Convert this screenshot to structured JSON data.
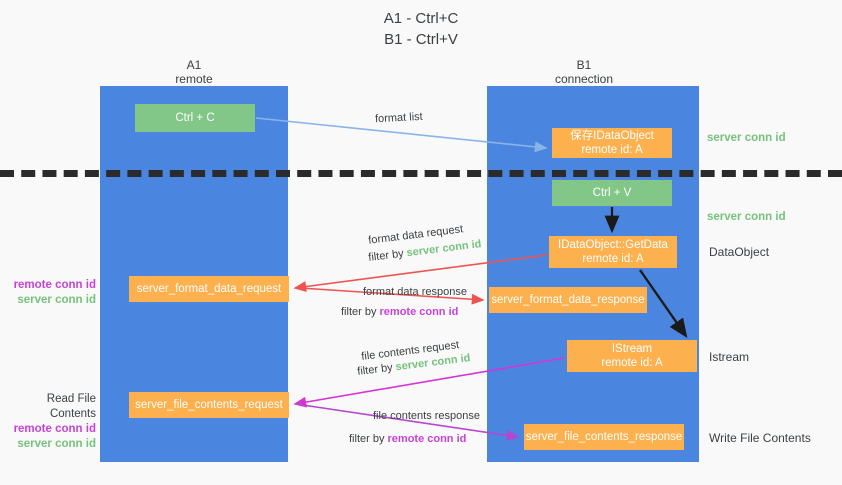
{
  "title": {
    "line1": "A1 - Ctrl+C",
    "line2": "B1 - Ctrl+V"
  },
  "columns": [
    {
      "name": "A1",
      "sub": "remote"
    },
    {
      "name": "B1",
      "sub": "connection"
    }
  ],
  "nodes": {
    "ctrl_c": {
      "label": "Ctrl + C",
      "color": "#82c787"
    },
    "save_dataobject": {
      "line1": "保存IDataObject",
      "line2": "remote id: A",
      "color": "#fcb04e"
    },
    "ctrl_v": {
      "label": "Ctrl + V",
      "color": "#82c787"
    },
    "getdata": {
      "line1": "IDataObject::GetData",
      "line2": "remote id: A",
      "color": "#fcb04e"
    },
    "istream": {
      "line1": "IStream",
      "line2": "remote id: A",
      "color": "#fcb04e"
    },
    "server_format_data_request": {
      "label": "server_format_data_request",
      "color": "#fcb04e"
    },
    "server_format_data_response": {
      "label": "server_format_data_response",
      "color": "#fcb04e"
    },
    "server_file_contents_request": {
      "label": "server_file_contents_request",
      "color": "#fcb04e"
    },
    "server_file_contents_response": {
      "label": "server_file_contents_response",
      "color": "#fcb04e"
    }
  },
  "annotations": {
    "server_conn_id": "server conn id",
    "remote_conn_id": "remote conn id",
    "dataobject": "DataObject",
    "istream": "Istream",
    "write_file_contents": "Write File Contents",
    "read_file_contents": "Read File Contents"
  },
  "edges": {
    "format_list": {
      "label": "format list",
      "color": "#8ab4e8"
    },
    "format_data_request": {
      "label": "format data request",
      "filter_prefix": "filter by ",
      "filter_value": "server conn id",
      "color": "#ef5350"
    },
    "format_data_response": {
      "label": "format data response",
      "filter_prefix": "filter by ",
      "filter_value": "remote conn id",
      "color": "#ef5350"
    },
    "file_contents_request": {
      "label": "file contents request",
      "filter_prefix": "filter by ",
      "filter_value": "server conn id",
      "color": "#d633d6"
    },
    "file_contents_response": {
      "label": "file contents response",
      "filter_prefix": "filter by ",
      "filter_value": "remote conn id",
      "color": "#b845cf"
    }
  },
  "colors": {
    "lane": "#4a86e0",
    "green_text": "#76c27c",
    "purple_text": "#c544d6",
    "divider": "#2b2b2b",
    "background": "#f9f9f9"
  }
}
